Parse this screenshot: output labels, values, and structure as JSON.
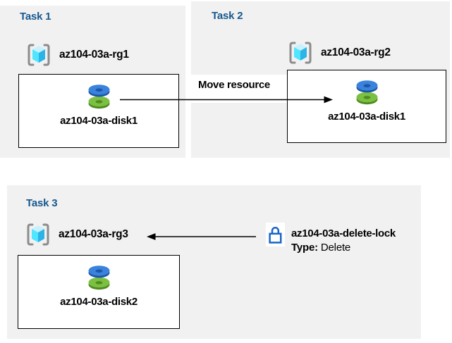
{
  "tasks": [
    {
      "title": "Task 1",
      "resource_group": "az104-03a-rg1",
      "disk": "az104-03a-disk1"
    },
    {
      "title": "Task 2",
      "resource_group": "az104-03a-rg2",
      "disk": "az104-03a-disk1"
    },
    {
      "title": "Task 3",
      "resource_group": "az104-03a-rg3",
      "disk": "az104-03a-disk2"
    }
  ],
  "move_arrow": {
    "label": "Move resource"
  },
  "delete_lock": {
    "name": "az104-03a-delete-lock",
    "type_label": "Type:",
    "type_value": "Delete"
  },
  "colors": {
    "panel_bg": "#f1f1f1",
    "title_blue": "#16588f",
    "lock_blue": "#1b64c8",
    "disk_top_blue": "#3b82dc",
    "disk_side_blue": "#1a57a6",
    "disk_top_green": "#7cc043",
    "disk_side_green": "#4f8c1f",
    "cube_top": "#c8f1fd",
    "cube_left": "#50e6ff",
    "cube_right": "#2cb4e6",
    "bracket_gray": "#8c8c8c",
    "arrow_black": "#000000"
  }
}
